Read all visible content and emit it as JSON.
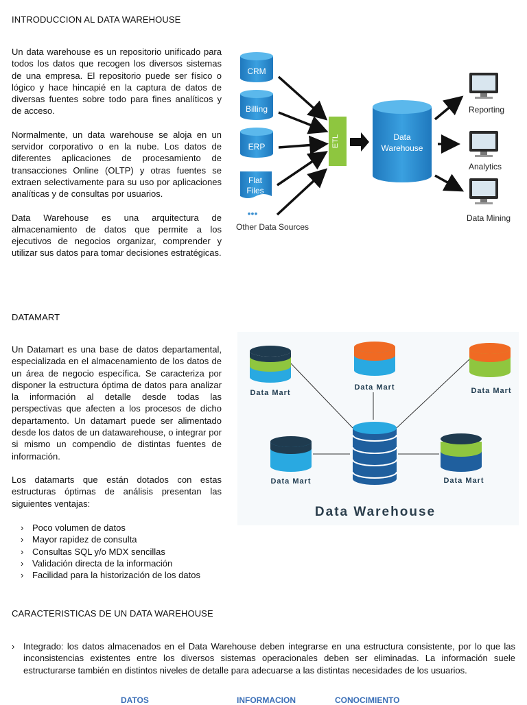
{
  "section1": {
    "heading": "INTRODUCCION AL DATA WAREHOUSE",
    "paragraphs": [
      "Un data warehouse es un repositorio unificado para todos los datos que recogen los diversos sistemas de una empresa. El repositorio puede ser físico o lógico y hace hincapié en la captura de datos de diversas fuentes sobre todo para fines analíticos y de acceso.",
      "Normalmente, un data warehouse se aloja en un servidor corporativo o en la nube. Los datos de diferentes aplicaciones de procesamiento de transacciones Online (OLTP) y otras fuentes se extraen selectivamente para su uso por aplicaciones analíticas y de consultas por usuarios.",
      "Data Warehouse es una arquitectura de almacenamiento de datos que permite a los ejecutivos de negocios organizar, comprender y utilizar sus datos para tomar decisiones estratégicas."
    ],
    "diagram": {
      "sources": [
        "CRM",
        "Billing",
        "ERP",
        "Flat Files"
      ],
      "other_sources": "Other Data Sources",
      "etl": "ETL",
      "warehouse": "Data Warehouse",
      "outputs": [
        "Reporting",
        "Analytics",
        "Data Mining"
      ]
    }
  },
  "section2": {
    "heading": "DATAMART",
    "paragraphs": [
      "Un Datamart es una base de datos departamental, especializada en el almacenamiento de los datos de un área de negocio específica. Se caracteriza por disponer la estructura óptima de datos para analizar la información al detalle desde todas las perspectivas que afecten a los procesos de dicho departamento. Un datamart puede ser alimentado desde los datos de un datawarehouse, o integrar por si mismo un compendio de distintas fuentes de información.",
      "Los datamarts que están dotados con estas estructuras óptimas de análisis presentan las siguientes ventajas:"
    ],
    "bullet_marker": "›",
    "bullets": [
      "Poco volumen de datos",
      "Mayor rapidez de consulta",
      "Consultas SQL y/o MDX sencillas",
      "Validación directa de la información",
      "Facilidad para la historización de los datos"
    ],
    "diagram": {
      "mart_label": "Data Mart",
      "warehouse_label": "Data Warehouse"
    }
  },
  "section3": {
    "heading": "CARACTERISTICAS DE UN DATA WAREHOUSE",
    "item_marker": "›",
    "item": "Integrado: los datos almacenados en el Data Warehouse deben integrarse en una estructura consistente, por lo que las inconsistencias existentes entre los diversos sistemas operacionales deben ser eliminadas. La información suele estructurarse también en distintos niveles de detalle para adecuarse a las distintas necesidades de los usuarios.",
    "bottom_labels": [
      "DATOS",
      "INFORMACION",
      "CONOCIMIENTO"
    ]
  },
  "colors": {
    "cylinder_blue": "#2e8fd0",
    "etl_green": "#8ec63f",
    "mart_orange": "#f06a23",
    "mart_green": "#8fc63f",
    "mart_cyan": "#29a9e1",
    "mart_dark": "#1f3b4f",
    "label_blue": "#3b6fb7"
  }
}
